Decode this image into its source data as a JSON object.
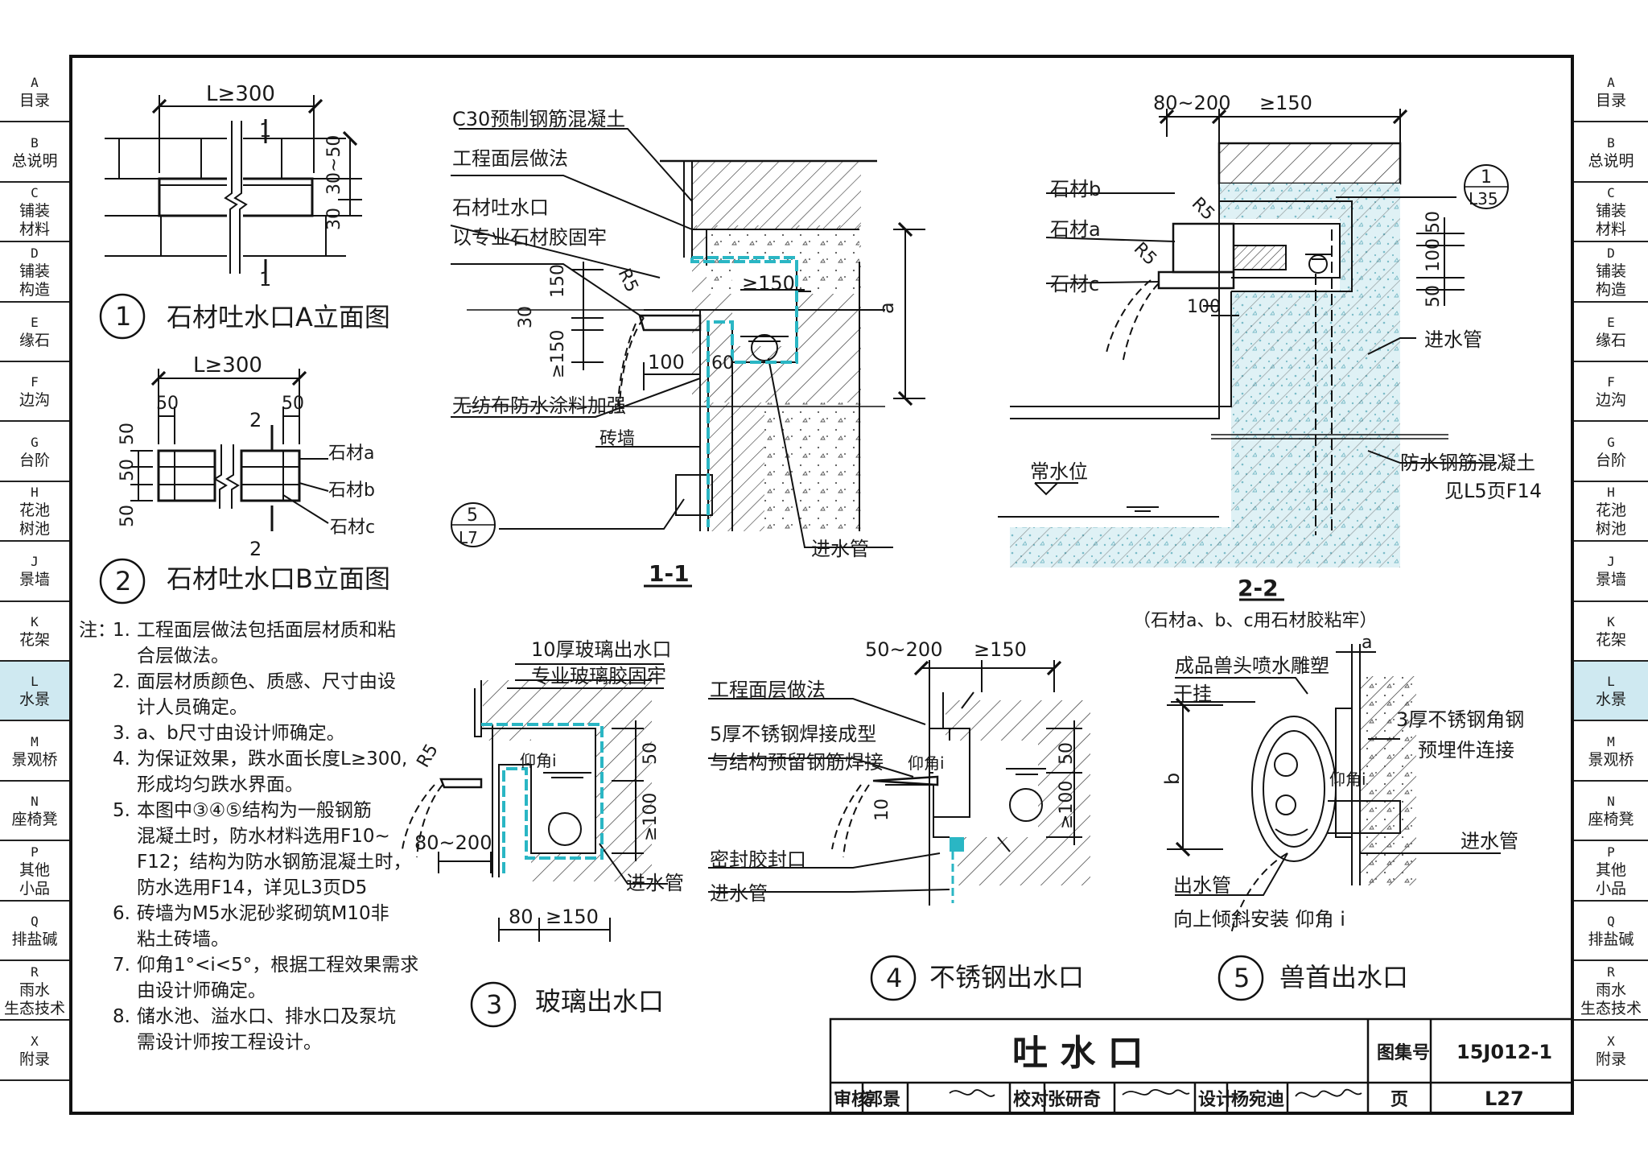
{
  "side_tabs": [
    {
      "code": "A",
      "name": "目录"
    },
    {
      "code": "B",
      "name": "总说明"
    },
    {
      "code": "C",
      "name": "铺装材料"
    },
    {
      "code": "D",
      "name": "铺装构造"
    },
    {
      "code": "E",
      "name": "缘石"
    },
    {
      "code": "F",
      "name": "边沟"
    },
    {
      "code": "G",
      "name": "台阶"
    },
    {
      "code": "H",
      "name": "花池树池"
    },
    {
      "code": "J",
      "name": "景墙"
    },
    {
      "code": "K",
      "name": "花架"
    },
    {
      "code": "L",
      "name": "水景",
      "active": true
    },
    {
      "code": "M",
      "name": "景观桥"
    },
    {
      "code": "N",
      "name": "座椅凳"
    },
    {
      "code": "P",
      "name": "其他小品"
    },
    {
      "code": "Q",
      "name": "排盐碱"
    },
    {
      "code": "R",
      "name": "雨水生态技术"
    },
    {
      "code": "X",
      "name": "附录"
    }
  ],
  "fig1": {
    "num": "1",
    "title": "石材吐水口A立面图",
    "dim_L": "L≥300",
    "dim_a": "30~50",
    "dim_b": "30",
    "sec": "1"
  },
  "fig2": {
    "num": "2",
    "title": "石材吐水口B立面图",
    "dim_L": "L≥300",
    "dim_50a": "50",
    "dim_50b": "50",
    "dim_v1": "50",
    "dim_v2": "50",
    "dim_v3": "50",
    "sec": "2",
    "stone_a": "石材a",
    "stone_b": "石材b",
    "stone_c": "石材c"
  },
  "sec11": {
    "label": "1-1",
    "c30": "C30预制钢筋混凝土",
    "surface": "工程面层做法",
    "spout": "石材吐水口",
    "glue": "以专业石材胶固牢",
    "r5": "R5",
    "d150a": "150",
    "d30": "30",
    "d150b": "≥150",
    "d150c": "≥150",
    "d100": "100",
    "d60": "60",
    "da": "a",
    "coating": "无纺布防水涂料加强",
    "brick": "砖墙",
    "ref_top": "5",
    "ref_bottom": "L7",
    "inlet": "进水管"
  },
  "sec22": {
    "label": "2-2",
    "note": "（石材a、b、c用石材胶粘牢）",
    "d80": "80~200",
    "d150": "≥150",
    "stone_b": "石材b",
    "stone_a": "石材a",
    "stone_c": "石材c",
    "r5a": "R5",
    "r5b": "R5",
    "d100": "100",
    "d50a": "50",
    "d100b": "100",
    "d50b": "50",
    "ref_top": "1",
    "ref_bottom": "L35",
    "inlet": "进水管",
    "water": "常水位",
    "concrete": "防水钢筋混凝土",
    "concrete_ref": "见L5页F14"
  },
  "fig3": {
    "num": "3",
    "title": "玻璃出水口",
    "glass": "10厚玻璃出水口",
    "glue": "专业玻璃胶固牢",
    "r5": "R5",
    "angle": "仰角i",
    "d50": "50",
    "d100": "≥100",
    "d80200": "80~200",
    "d80": "80",
    "d150": "≥150",
    "inlet": "进水管"
  },
  "fig4": {
    "num": "4",
    "title": "不锈钢出水口",
    "d50200": "50~200",
    "d150": "≥150",
    "surface": "工程面层做法",
    "steel1": "5厚不锈钢焊接成型",
    "steel2": "与结构预留钢筋焊接",
    "angle": "仰角i",
    "d10": "10",
    "d50": "50",
    "d100": "≥100",
    "seal": "密封胶封口",
    "inlet": "进水管"
  },
  "fig5": {
    "num": "5",
    "title": "兽首出水口",
    "sculpture": "成品兽头喷水雕塑",
    "hang": "干挂",
    "da": "a",
    "db": "b",
    "angle_steel1": "3厚不锈钢角钢",
    "angle_steel2": "预埋件连接",
    "angle": "仰角i",
    "inlet": "进水管",
    "outlet": "出水管",
    "install": "向上倾斜安装 仰角 i"
  },
  "notes": {
    "head": "注：",
    "items": [
      {
        "n": "1.",
        "lines": [
          "工程面层做法包括面层材质和粘",
          "合层做法。"
        ]
      },
      {
        "n": "2.",
        "lines": [
          "面层材质颜色、质感、尺寸由设",
          "计人员确定。"
        ]
      },
      {
        "n": "3.",
        "lines": [
          "a、b尺寸由设计师确定。"
        ]
      },
      {
        "n": "4.",
        "lines": [
          "为保证效果，跌水面长度L≥300,",
          "形成均匀跌水界面。"
        ]
      },
      {
        "n": "5.",
        "lines": [
          "本图中③④⑤结构为一般钢筋",
          "混凝土时，防水材料选用F10~",
          "F12；结构为防水钢筋混凝土时，",
          "防水选用F14，详见L3页D5"
        ]
      },
      {
        "n": "6.",
        "lines": [
          "砖墙为M5水泥砂浆砌筑M10非",
          "粘土砖墙。"
        ]
      },
      {
        "n": "7.",
        "lines": [
          "仰角1°<i<5°，根据工程效果需求",
          "由设计师确定。"
        ]
      },
      {
        "n": "8.",
        "lines": [
          "储水池、溢水口、排水口及泵坑",
          "需设计师按工程设计。"
        ]
      }
    ]
  },
  "title_block": {
    "title": "吐  水  口",
    "atlas_label": "图集号",
    "atlas_no": "15J012-1",
    "review_label": "审核",
    "reviewer": "郭景",
    "check_label": "校对",
    "checker": "张研奇",
    "design_label": "设计",
    "designer": "杨宛迪",
    "page_label": "页",
    "page_no": "L27"
  },
  "colors": {
    "line": "#1a1a1a",
    "waterproof": "#2ab6c4",
    "active_tab": "#cfe9f1",
    "stipple": "#9ad4de"
  }
}
